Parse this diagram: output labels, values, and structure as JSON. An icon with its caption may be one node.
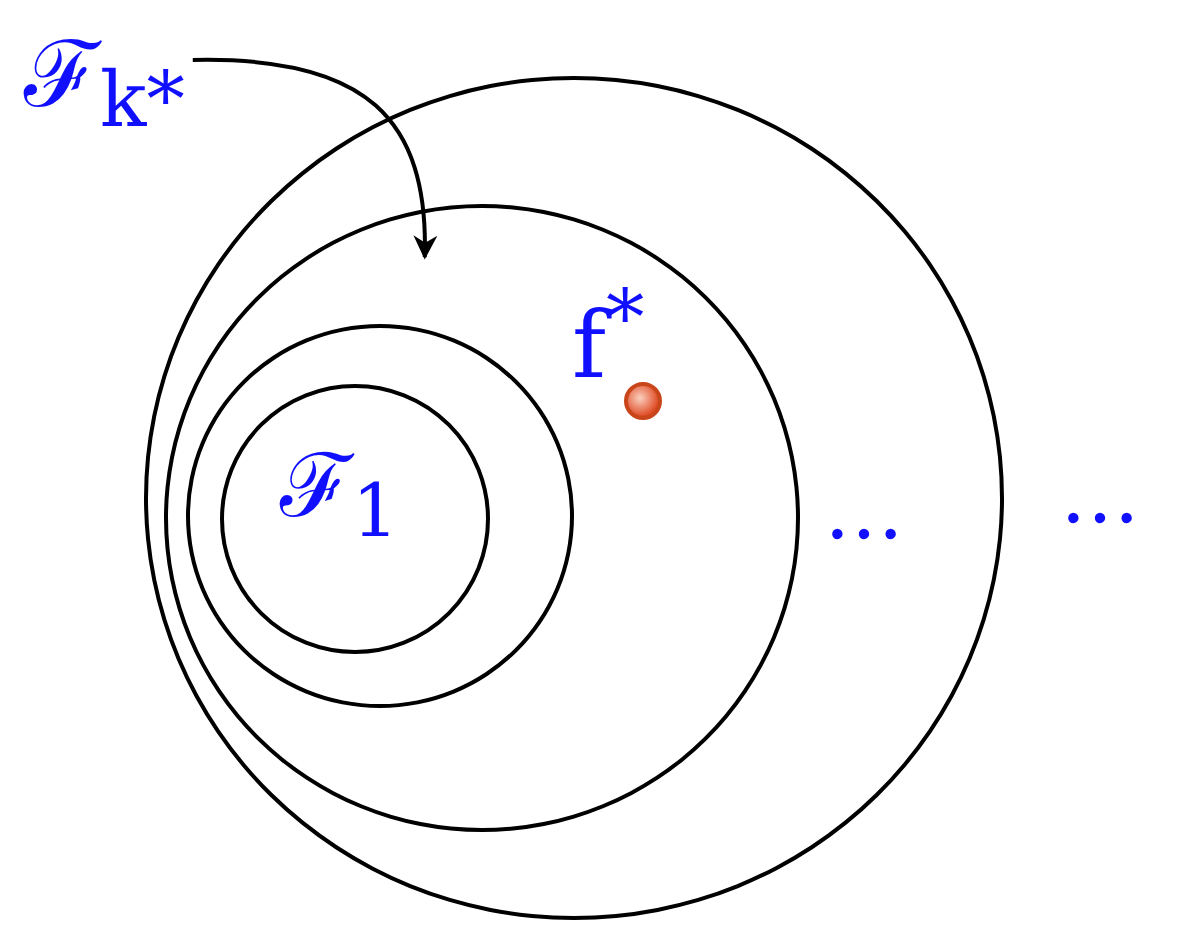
{
  "diagram": {
    "nodes": [
      {
        "text": [
          "ℱ$_{k*}$"
        ]
      },
      {
        "text": [],
        "shape": "circle"
      },
      {
        "text": [],
        "shape": "circle",
        "in": 1
      },
      {
        "text": [],
        "shape": "circle",
        "in": 2
      },
      {
        "text": [
          "ℱ$_{1}$"
        ],
        "in": 3
      },
      {
        "text": [],
        "shape": "circle",
        "in": 2,
        "beside": [
          "f$^{*}$"
        ]
      }
    ],
    "edges": [
      {
        "from": 0,
        "to": 2,
        "arrow": "to"
      }
    ],
    "labels": [
      "…",
      "…"
    ]
  }
}
